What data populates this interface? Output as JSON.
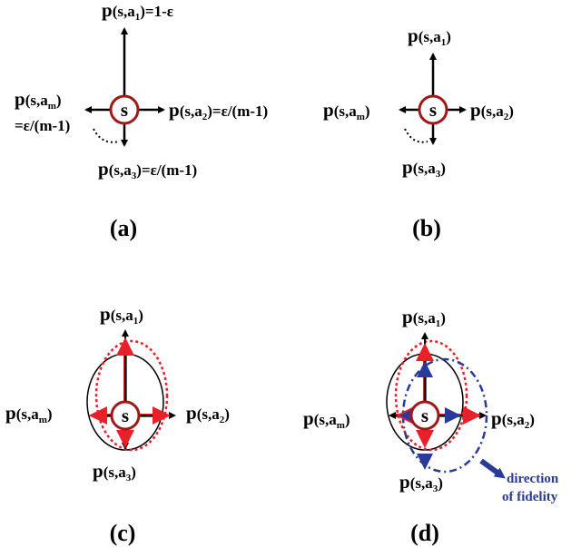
{
  "panels": {
    "a": {
      "label": "(a)",
      "center": "s",
      "up": [
        "p",
        "(s,a",
        "1",
        ")=1-ε"
      ],
      "right": [
        "p",
        "(s,a",
        "2",
        ")=ε/(m-1)"
      ],
      "down": [
        "p",
        "(s,a",
        "3",
        ")=ε/(m-1)"
      ],
      "left": [
        "p",
        "(s,a",
        "m",
        ")"
      ],
      "left_line2": "=ε/(m-1)"
    },
    "b": {
      "label": "(b)",
      "center": "s",
      "up": [
        "p",
        "(s,a",
        "1",
        ")"
      ],
      "right": [
        "p",
        "(s,a",
        "2",
        ")"
      ],
      "down": [
        "p",
        "(s,a",
        "3",
        ")"
      ],
      "left": [
        "p",
        "(s,a",
        "m",
        ")"
      ]
    },
    "c": {
      "label": "(c)",
      "center": "s",
      "up": [
        "p",
        "(s,a",
        "1",
        ")"
      ],
      "right": [
        "p",
        "(s,a",
        "2",
        ")"
      ],
      "down": [
        "p",
        "(s,a",
        "3",
        ")"
      ],
      "left": [
        "p",
        "(s,a",
        "m",
        ")"
      ]
    },
    "d": {
      "label": "(d)",
      "center": "s",
      "up": [
        "p",
        "(s,a",
        "1",
        ")"
      ],
      "right": [
        "p",
        "(s,a",
        "2",
        ")"
      ],
      "down": [
        "p",
        "(s,a",
        "3",
        ")"
      ],
      "left": [
        "p",
        "(s,a",
        "m",
        ")"
      ],
      "annotation_line1": "direction",
      "annotation_line2": "of fidelity"
    }
  },
  "colors": {
    "center_circle": "#a01818",
    "red": "#e8202a",
    "blue": "#2a3a9a",
    "black": "#000000"
  }
}
